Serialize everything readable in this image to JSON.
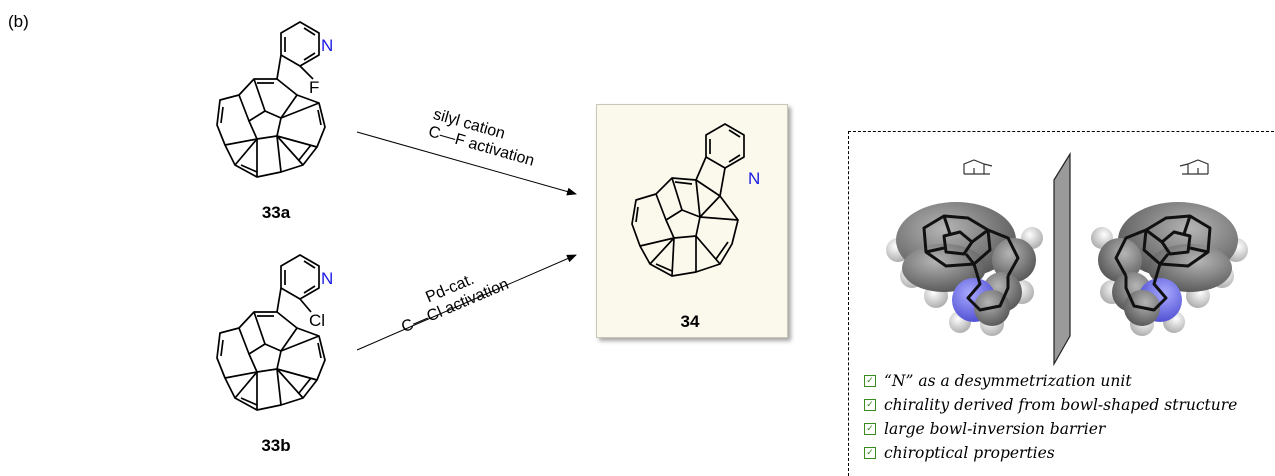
{
  "panel_label": "(b)",
  "reactants": [
    {
      "id": "33a",
      "label": "33a",
      "n_atom": "N",
      "halogen": "F"
    },
    {
      "id": "33b",
      "label": "33b",
      "n_atom": "N",
      "halogen": "Cl"
    }
  ],
  "product": {
    "label": "34",
    "n_atom": "N"
  },
  "conditions": {
    "top": {
      "line1": "silyl cation",
      "line2_prefix": "C",
      "line2_suffix": "F activation"
    },
    "bottom": {
      "line1": "Pd-cat.",
      "line2_prefix": "C",
      "line2_suffix": "Cl activation"
    }
  },
  "features": [
    "“N” as a desymmetrization unit",
    "chirality derived from bowl-shaped structure",
    "large bowl-inversion barrier",
    "chiroptical properties"
  ],
  "checkbox_symbol": "✓",
  "colors": {
    "nitrogen": "#1a1ae6",
    "check": "#3a8a1c",
    "product_bg": "#fbf8ec",
    "model_gray": "#6e6e6e",
    "model_blue": "#6b6bff"
  }
}
